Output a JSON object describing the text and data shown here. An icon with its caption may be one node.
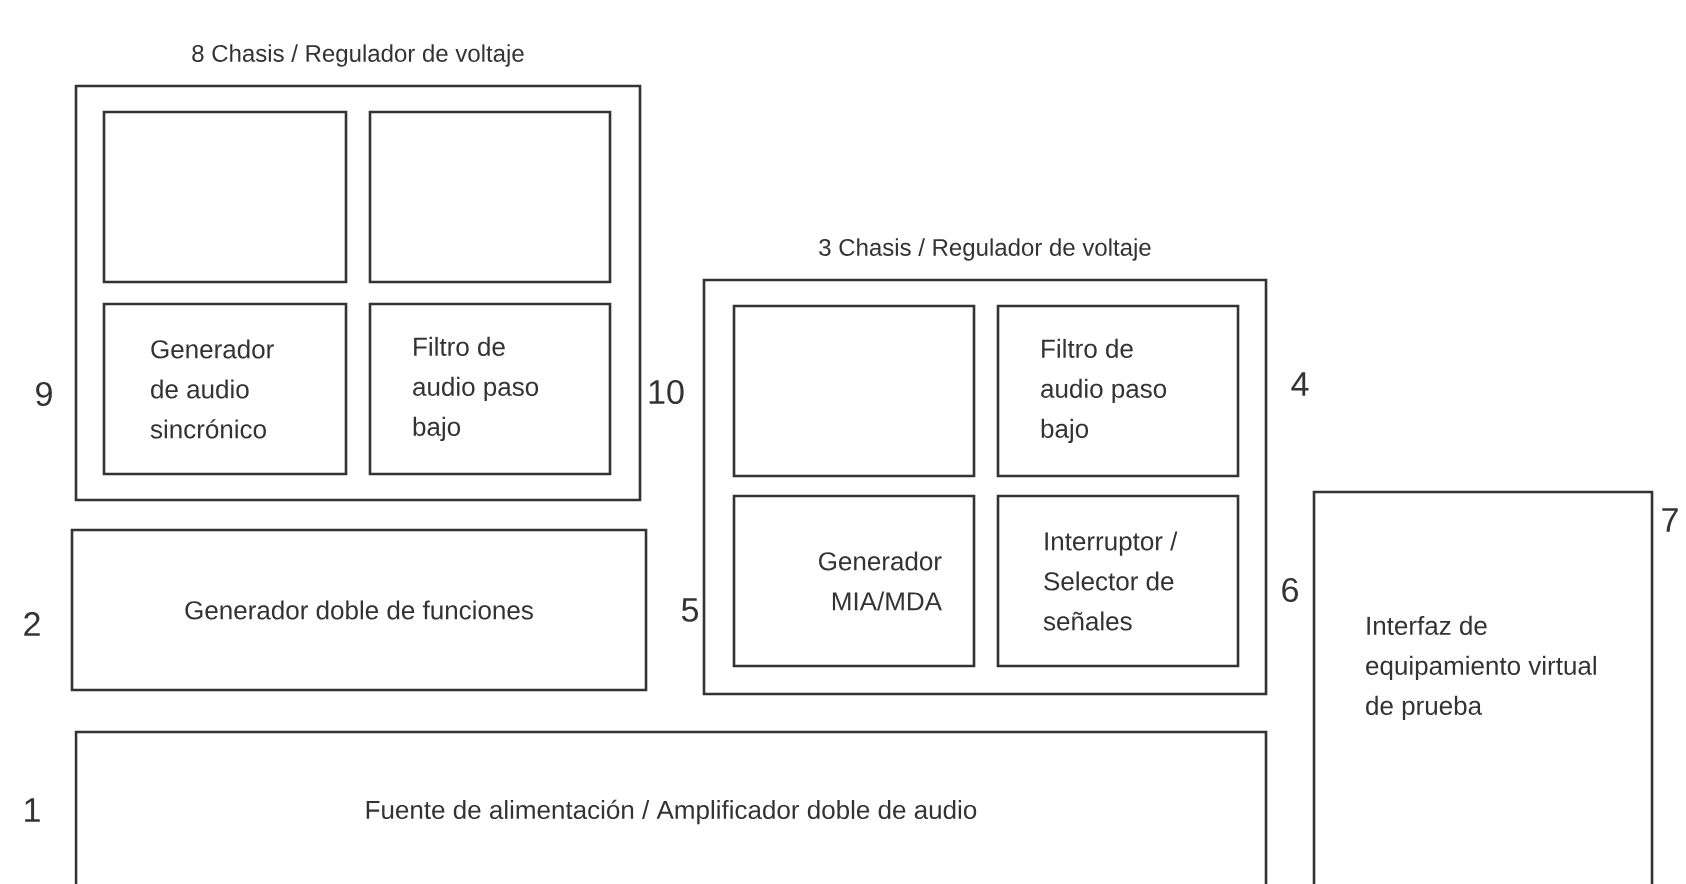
{
  "diagram": {
    "nodes": [
      {
        "text": [
          "8 Chasis / Regulador de voltaje"
        ]
      },
      {
        "text": [],
        "shape": "box",
        "in": 0
      },
      {
        "text": [],
        "shape": "box",
        "in": 0
      },
      {
        "text": [
          "Generador de audio sincrónico"
        ],
        "in": 0
      },
      {
        "text": [
          "Filtro de audio paso bajo"
        ],
        "in": 0
      },
      {
        "text": [
          "3 Chasis / Regulador de voltaje"
        ]
      },
      {
        "text": [],
        "shape": "box",
        "in": 5
      },
      {
        "text": [
          "Filtro de audio paso bajo"
        ],
        "in": 5
      },
      {
        "text": [
          "Generador MIA/MDA"
        ],
        "in": 5
      },
      {
        "text": [
          "Interruptor / Selector de señales"
        ],
        "in": 5
      },
      {
        "text": [
          "Generador doble de funciones"
        ]
      },
      {
        "text": [
          "Interfaz de equipamiento virtual de prueba"
        ]
      },
      {
        "text": [
          "Fuente de alimentación / Amplificador doble de audio"
        ]
      }
    ],
    "edges": [],
    "labels": [
      "9",
      "10",
      "4",
      "2",
      "5",
      "6",
      "7",
      "1"
    ]
  }
}
